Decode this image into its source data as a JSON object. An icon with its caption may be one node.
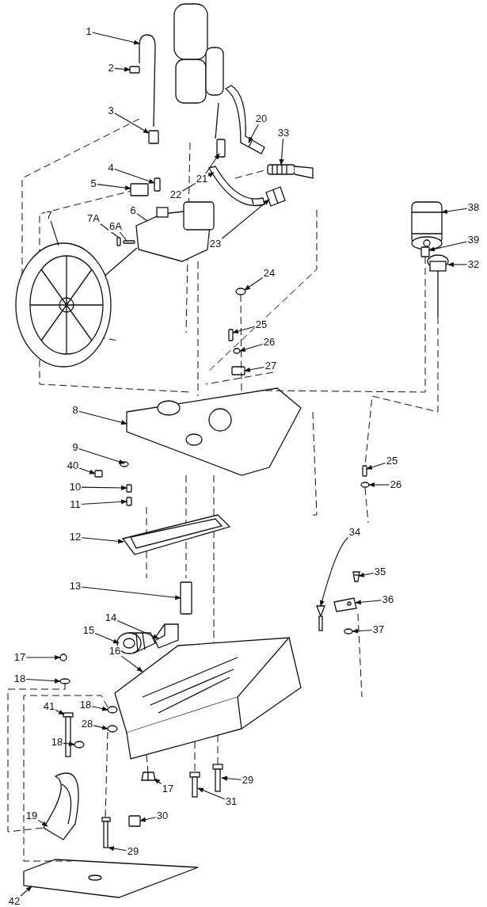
{
  "diagram": {
    "nodes": [
      {
        "text": [
          "1"
        ]
      },
      {
        "text": [
          "2"
        ]
      },
      {
        "text": [
          "3"
        ]
      },
      {
        "text": [
          "20"
        ]
      },
      {
        "text": [
          "33"
        ]
      },
      {
        "text": [
          "4"
        ]
      },
      {
        "text": [
          "21"
        ]
      },
      {
        "text": [
          "5"
        ]
      },
      {
        "text": [
          "38"
        ]
      },
      {
        "text": [
          "22"
        ]
      },
      {
        "text": [
          "7"
        ]
      },
      {
        "text": [
          "6"
        ]
      },
      {
        "text": [
          "7A"
        ]
      },
      {
        "text": [
          "6A"
        ]
      },
      {
        "text": [
          "23"
        ]
      },
      {
        "text": [
          "39"
        ]
      },
      {
        "text": [
          "32"
        ]
      },
      {
        "text": [
          "24"
        ]
      },
      {
        "text": [
          "25"
        ]
      },
      {
        "text": [
          "26"
        ]
      },
      {
        "text": [
          "27"
        ]
      },
      {
        "text": [
          "8"
        ]
      },
      {
        "text": [
          "9"
        ]
      },
      {
        "text": [
          "25"
        ]
      },
      {
        "text": [
          "40"
        ]
      },
      {
        "text": [
          "26"
        ]
      },
      {
        "text": [
          "10"
        ]
      },
      {
        "text": [
          "11"
        ]
      },
      {
        "text": [
          "34"
        ]
      },
      {
        "text": [
          "12"
        ]
      },
      {
        "text": [
          "35"
        ]
      },
      {
        "text": [
          "13"
        ]
      },
      {
        "text": [
          "36"
        ]
      },
      {
        "text": [
          "14"
        ]
      },
      {
        "text": [
          "37"
        ]
      },
      {
        "text": [
          "15"
        ]
      },
      {
        "text": [
          "16"
        ]
      },
      {
        "text": [
          "17"
        ]
      },
      {
        "text": [
          "18"
        ]
      },
      {
        "text": [
          "41"
        ]
      },
      {
        "text": [
          "18"
        ]
      },
      {
        "text": [
          "28"
        ]
      },
      {
        "text": [
          "18"
        ]
      },
      {
        "text": [
          "29"
        ]
      },
      {
        "text": [
          "17"
        ]
      },
      {
        "text": [
          "31"
        ]
      },
      {
        "text": [
          "30"
        ]
      },
      {
        "text": [
          "19"
        ]
      },
      {
        "text": [
          "29"
        ]
      },
      {
        "text": [
          "42"
        ]
      },
      {
        "text": [],
        "shape": "picture"
      },
      {
        "text": [],
        "shape": "box"
      },
      {
        "text": [],
        "shape": "box"
      },
      {
        "text": [],
        "shape": "picture"
      },
      {
        "text": [],
        "shape": "picture"
      },
      {
        "text": [],
        "shape": "box"
      },
      {
        "text": [],
        "shape": "box"
      },
      {
        "text": [],
        "shape": "box"
      },
      {
        "text": [],
        "shape": "picture"
      },
      {
        "text": [],
        "shape": "picture"
      },
      {
        "text": [],
        "shape": "picture"
      },
      {
        "text": [],
        "shape": "picture"
      },
      {
        "text": [],
        "shape": "box"
      },
      {
        "text": [],
        "shape": "box"
      },
      {
        "text": [],
        "shape": "picture"
      },
      {
        "text": [],
        "shape": "box"
      },
      {
        "text": [],
        "shape": "picture"
      },
      {
        "text": [],
        "shape": "circle"
      },
      {
        "text": [],
        "shape": "box"
      },
      {
        "text": [],
        "shape": "circle"
      },
      {
        "text": [],
        "shape": "box"
      },
      {
        "text": [],
        "shape": "picture"
      },
      {
        "text": [],
        "shape": "circle"
      },
      {
        "text": [],
        "shape": "box"
      },
      {
        "text": [],
        "shape": "box"
      },
      {
        "text": [],
        "shape": "circle"
      },
      {
        "text": [],
        "shape": "box"
      },
      {
        "text": [],
        "shape": "box"
      },
      {
        "text": [],
        "shape": "picture"
      },
      {
        "text": [],
        "shape": "picture"
      },
      {
        "text": [],
        "shape": "picture"
      },
      {
        "text": [],
        "shape": "box"
      },
      {
        "text": [],
        "shape": "picture"
      },
      {
        "text": [],
        "shape": "picture"
      },
      {
        "text": [],
        "shape": "circle"
      },
      {
        "text": [],
        "shape": "picture"
      },
      {
        "text": [],
        "shape": "picture"
      },
      {
        "text": [],
        "shape": "circle"
      },
      {
        "text": [],
        "shape": "circle"
      },
      {
        "text": [],
        "shape": "picture"
      },
      {
        "text": [],
        "shape": "circle"
      },
      {
        "text": [],
        "shape": "circle"
      },
      {
        "text": [],
        "shape": "circle"
      },
      {
        "text": [],
        "shape": "picture"
      },
      {
        "text": [],
        "shape": "picture"
      },
      {
        "text": [],
        "shape": "picture"
      },
      {
        "text": [],
        "shape": "box"
      },
      {
        "text": [],
        "shape": "picture"
      },
      {
        "text": [],
        "shape": "picture"
      },
      {
        "text": [],
        "shape": "picture"
      }
    ],
    "edges": [
      {
        "from": 0,
        "to": 50,
        "arrow": "to"
      },
      {
        "from": 1,
        "to": 51,
        "arrow": "to"
      },
      {
        "from": 2,
        "to": 52,
        "arrow": "to"
      },
      {
        "from": 3,
        "to": 53,
        "arrow": "to"
      },
      {
        "from": 4,
        "to": 54,
        "arrow": "to"
      },
      {
        "from": 5,
        "to": 55,
        "arrow": "to"
      },
      {
        "from": 6,
        "to": 56,
        "arrow": "to"
      },
      {
        "from": 7,
        "to": 57,
        "arrow": "to"
      },
      {
        "from": 8,
        "to": 58,
        "arrow": "to"
      },
      {
        "from": 9,
        "to": 59,
        "arrow": "to"
      },
      {
        "from": 10,
        "to": 60,
        "arrow": "none"
      },
      {
        "from": 11,
        "to": 61,
        "arrow": "none"
      },
      {
        "from": 12,
        "to": 62,
        "arrow": "none"
      },
      {
        "from": 13,
        "to": 63,
        "arrow": "none"
      },
      {
        "from": 14,
        "to": 64,
        "arrow": "to"
      },
      {
        "from": 15,
        "to": 65,
        "arrow": "to"
      },
      {
        "from": 16,
        "to": 66,
        "arrow": "to"
      },
      {
        "from": 17,
        "to": 67,
        "arrow": "to"
      },
      {
        "from": 18,
        "to": 68,
        "arrow": "to"
      },
      {
        "from": 19,
        "to": 69,
        "arrow": "to"
      },
      {
        "from": 20,
        "to": 70,
        "arrow": "to"
      },
      {
        "from": 21,
        "to": 71,
        "arrow": "to"
      },
      {
        "from": 22,
        "to": 72,
        "arrow": "to"
      },
      {
        "from": 23,
        "to": 73,
        "arrow": "to"
      },
      {
        "from": 24,
        "to": 74,
        "arrow": "to"
      },
      {
        "from": 25,
        "to": 75,
        "arrow": "to"
      },
      {
        "from": 26,
        "to": 76,
        "arrow": "to"
      },
      {
        "from": 27,
        "to": 77,
        "arrow": "to"
      },
      {
        "from": 28,
        "to": 78,
        "arrow": "to"
      },
      {
        "from": 29,
        "to": 79,
        "arrow": "to"
      },
      {
        "from": 30,
        "to": 80,
        "arrow": "to"
      },
      {
        "from": 31,
        "to": 81,
        "arrow": "to"
      },
      {
        "from": 32,
        "to": 82,
        "arrow": "to"
      },
      {
        "from": 33,
        "to": 83,
        "arrow": "to"
      },
      {
        "from": 34,
        "to": 84,
        "arrow": "to"
      },
      {
        "from": 35,
        "to": 85,
        "arrow": "to"
      },
      {
        "from": 36,
        "to": 86,
        "arrow": "to"
      },
      {
        "from": 37,
        "to": 87,
        "arrow": "to"
      },
      {
        "from": 38,
        "to": 88,
        "arrow": "to"
      },
      {
        "from": 39,
        "to": 89,
        "arrow": "to"
      },
      {
        "from": 40,
        "to": 90,
        "arrow": "to"
      },
      {
        "from": 41,
        "to": 91,
        "arrow": "to"
      },
      {
        "from": 42,
        "to": 92,
        "arrow": "to"
      },
      {
        "from": 43,
        "to": 93,
        "arrow": "to"
      },
      {
        "from": 44,
        "to": 94,
        "arrow": "to"
      },
      {
        "from": 45,
        "to": 95,
        "arrow": "to"
      },
      {
        "from": 46,
        "to": 96,
        "arrow": "to"
      },
      {
        "from": 47,
        "to": 97,
        "arrow": "to"
      },
      {
        "from": 48,
        "to": 98,
        "arrow": "to"
      },
      {
        "from": 49,
        "to": 99,
        "arrow": "to"
      },
      {
        "from": 65,
        "to": 71,
        "arrow": "none",
        "style": "dashed"
      },
      {
        "from": 66,
        "to": 73,
        "arrow": "none",
        "style": "dashed"
      },
      {
        "from": 88,
        "to": 97,
        "arrow": "none",
        "style": "dashed"
      },
      {
        "from": 90,
        "to": 99,
        "arrow": "none",
        "style": "dashed"
      },
      {
        "from": 91,
        "to": 98,
        "arrow": "none",
        "style": "dashed"
      },
      {
        "from": 86,
        "to": 93,
        "arrow": "none",
        "style": "dashed"
      },
      {
        "from": 86,
        "to": 95,
        "arrow": "none",
        "style": "dashed"
      },
      {
        "from": 86,
        "to": 94,
        "arrow": "none",
        "style": "dashed"
      },
      {
        "from": 67,
        "to": 71,
        "arrow": "none",
        "style": "dashed"
      }
    ]
  }
}
